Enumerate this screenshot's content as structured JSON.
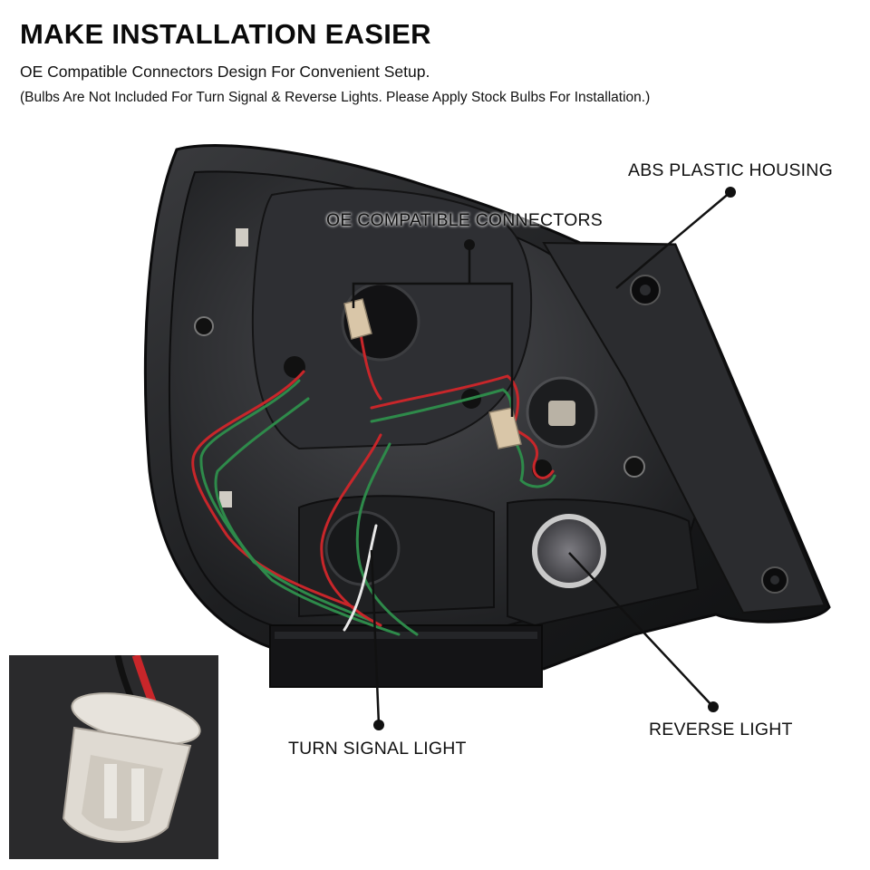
{
  "header": {
    "title": "MAKE INSTALLATION EASIER",
    "subtitle": "OE Compatible Connectors Design For Convenient Setup.",
    "note": "(Bulbs Are Not Included For Turn Signal & Reverse Lights. Please Apply Stock Bulbs For Installation.)"
  },
  "callouts": {
    "housing": "ABS PLASTIC HOUSING",
    "connectors": "OE COMPATIBLE CONNECTORS",
    "turn_signal": "TURN SIGNAL LIGHT",
    "reverse": "REVERSE LIGHT"
  },
  "colors": {
    "housing": "#1b1c1e",
    "wire_red": "#c8262a",
    "wire_green": "#2e8a4a",
    "socket": "#d9c6a8",
    "callout_line": "#111111"
  }
}
